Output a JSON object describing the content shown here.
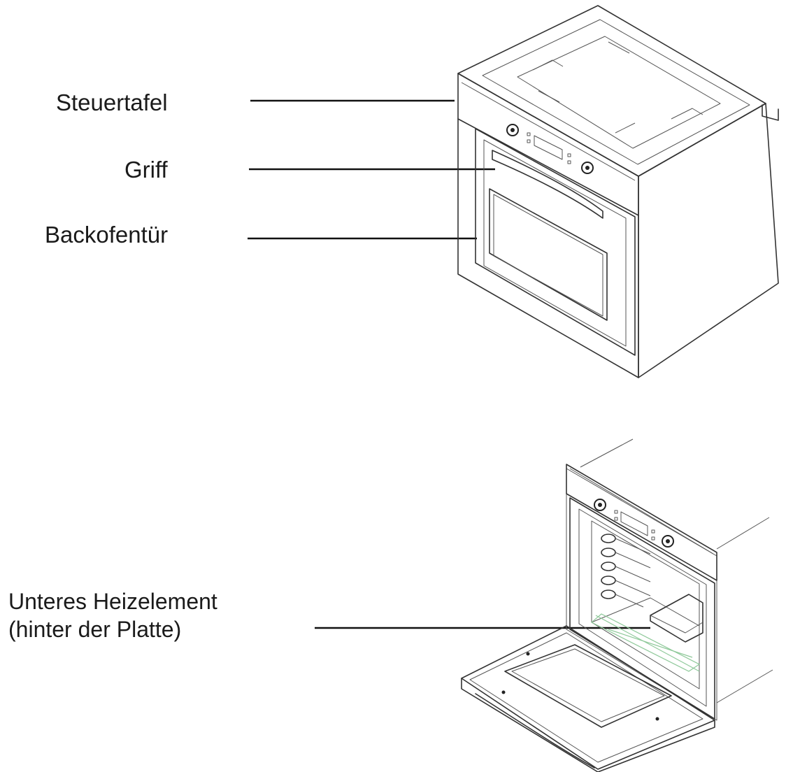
{
  "labels": {
    "control_panel": "Steuertafel",
    "handle": "Griff",
    "oven_door": "Backofentür",
    "lower_heating_element_line1": "Unteres Heizelement",
    "lower_heating_element_line2": "(hinter der Platte)"
  },
  "colors": {
    "line": "#333333",
    "glass_tint": "#8fc99a",
    "background": "#ffffff"
  }
}
